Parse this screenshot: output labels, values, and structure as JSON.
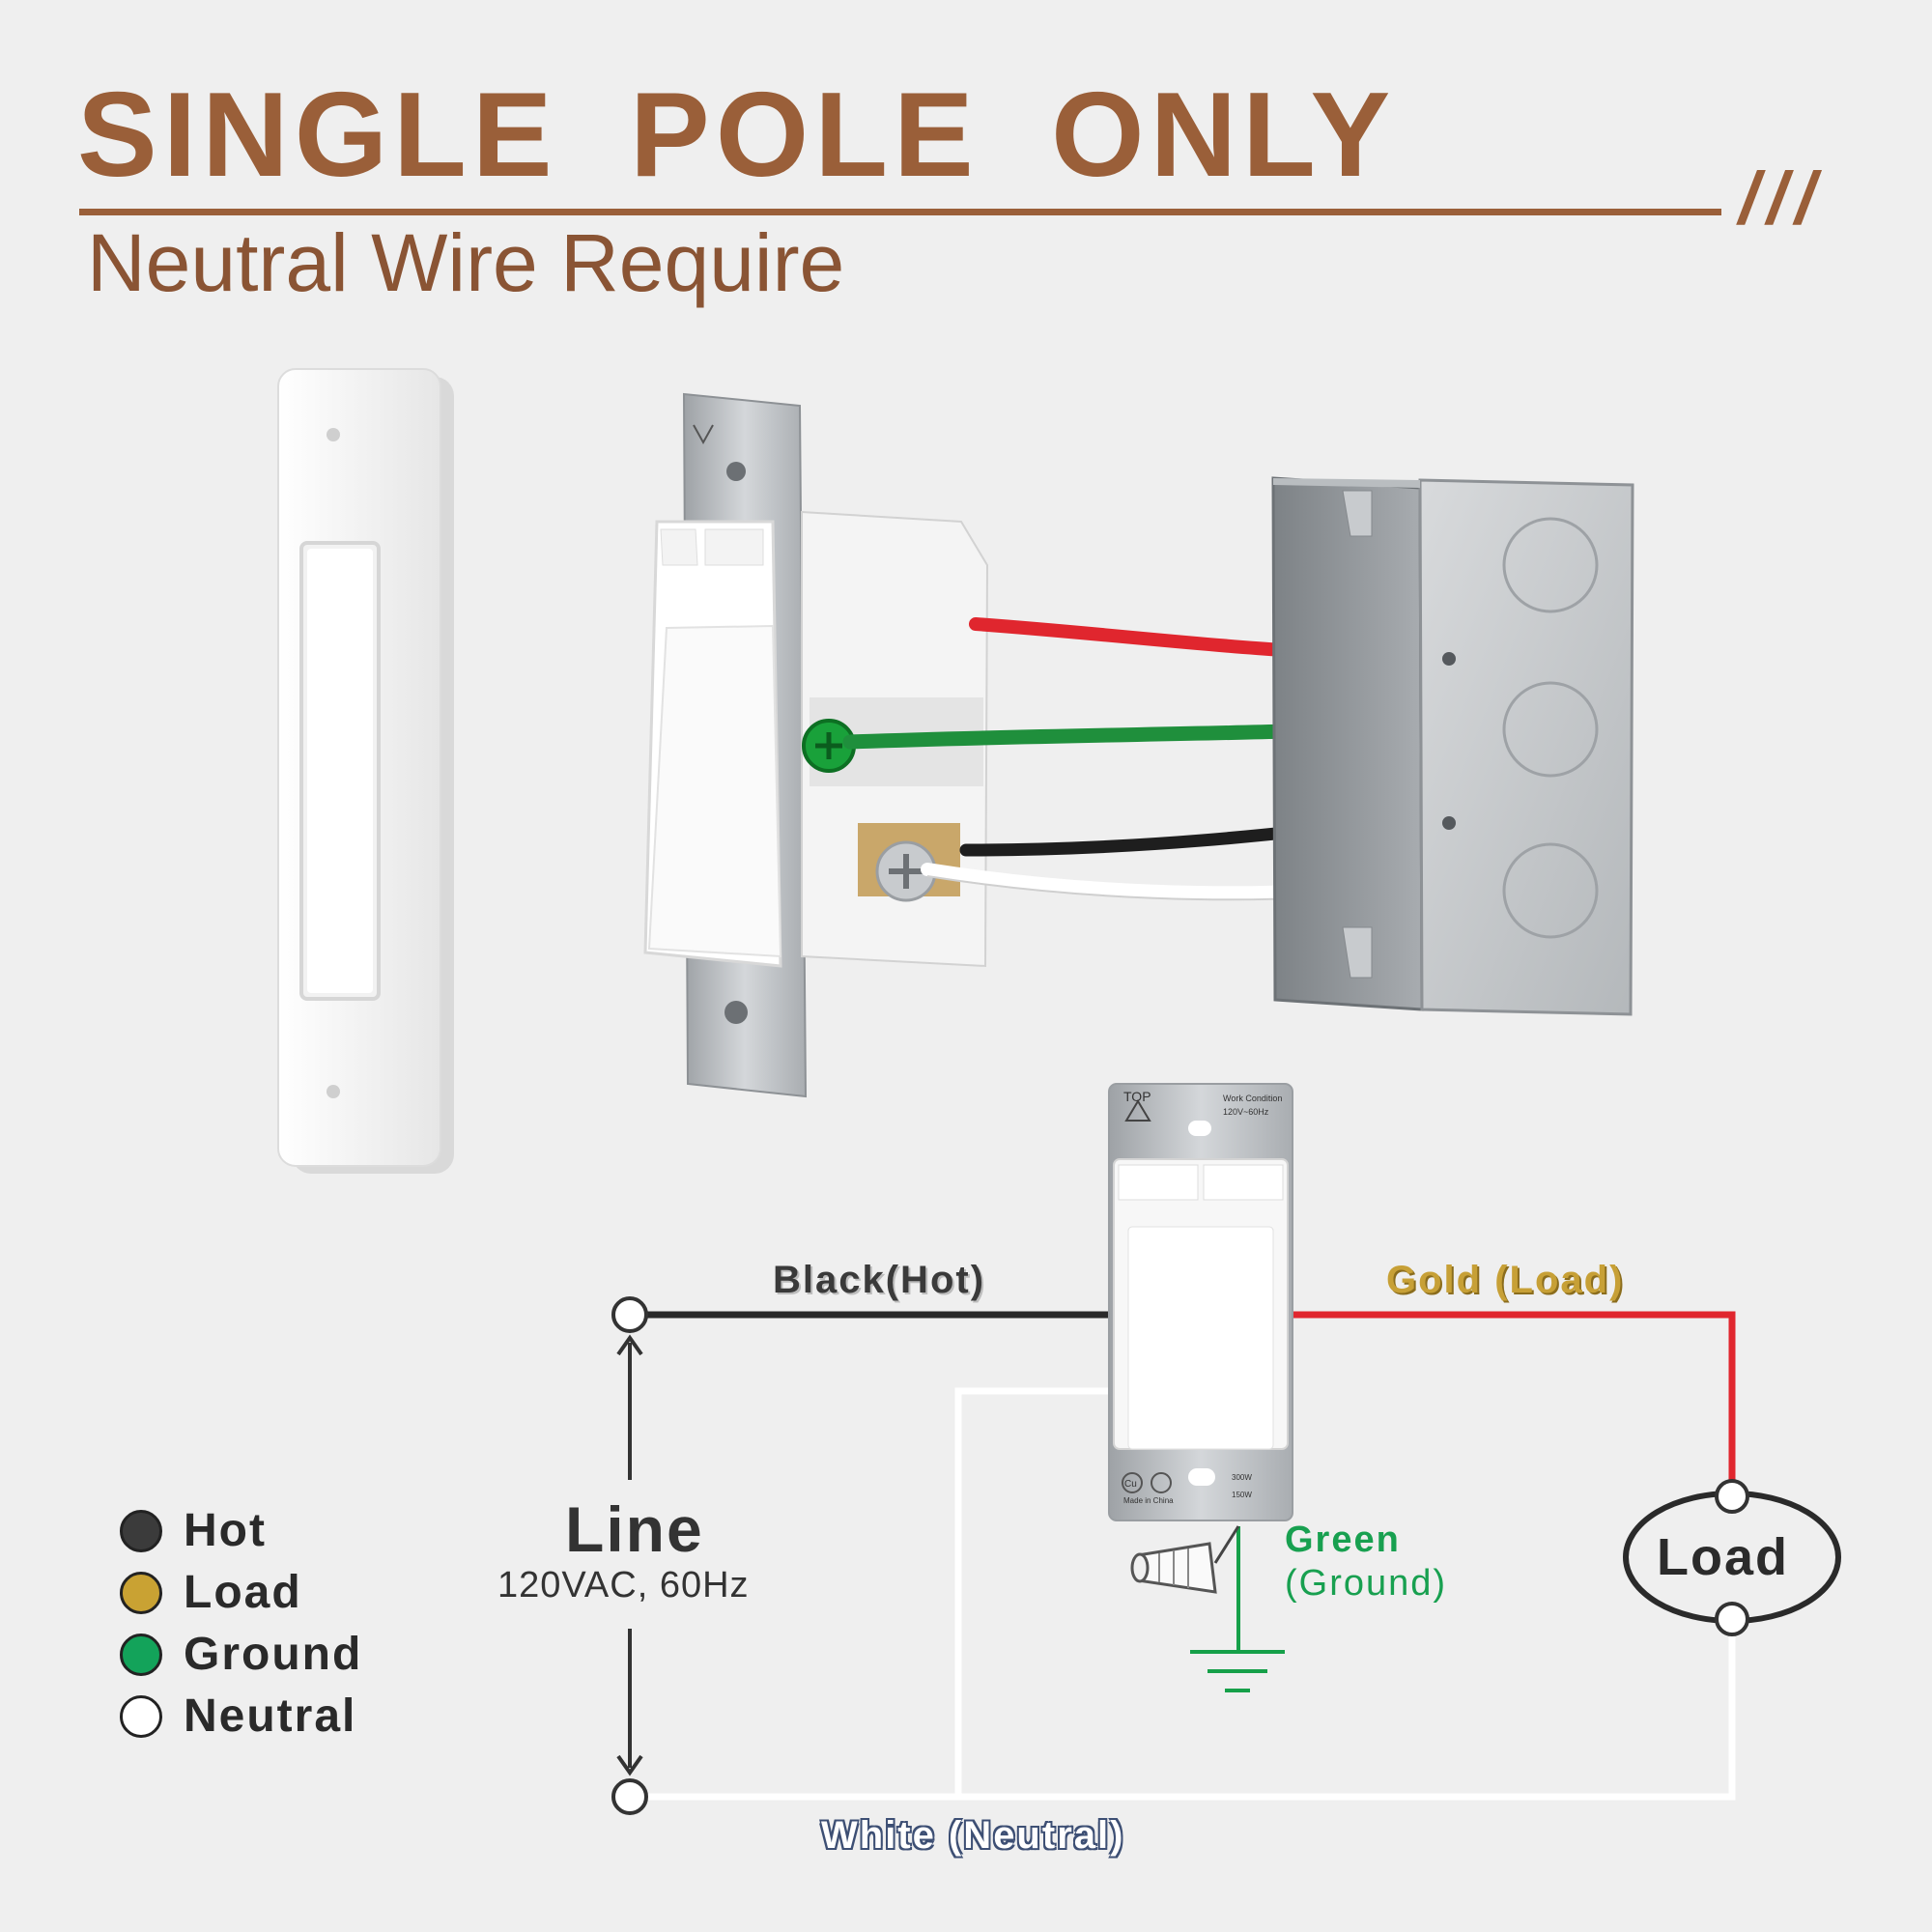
{
  "header": {
    "title": "SINGLE  POLE  ONLY",
    "subtitle": "Neutral Wire Require",
    "decoration": "///"
  },
  "wiring": {
    "hot_label": "Black(Hot)",
    "load_label": "Gold (Load)",
    "neutral_label": "White (Neutral)",
    "line_label": "Line",
    "line_spec": "120VAC, 60Hz",
    "ground_label_1": "Green",
    "ground_label_2": "(Ground)",
    "load_box": "Load"
  },
  "switch_plate": {
    "top_text": "TOP",
    "work_condition": "Work Condition",
    "rating": "120V~60Hz",
    "made_in": "Made in China",
    "watt_1": "300W",
    "watt_2": "150W",
    "cu_mark": "Cu"
  },
  "legend": {
    "items": [
      {
        "label": "Hot",
        "color": "#3b3b3b"
      },
      {
        "label": "Load",
        "color": "#c9a233"
      },
      {
        "label": "Ground",
        "color": "#13a35a"
      },
      {
        "label": "Neutral",
        "color": "#ffffff"
      }
    ]
  },
  "colors": {
    "brand": "#9a5f39",
    "hot_wire": "#2a2a2a",
    "load_wire": "#e0262e",
    "ground_wire": "#16a049",
    "neutral_wire": "#ffffff"
  }
}
